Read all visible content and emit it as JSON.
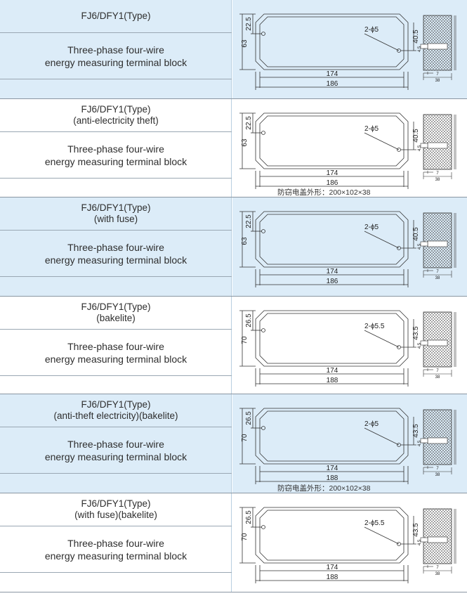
{
  "rows": [
    {
      "type_lines": [
        "FJ6/DFY1(Type)"
      ],
      "desc_lines": [
        "Three-phase four-wire",
        "energy measuring terminal block"
      ],
      "dims": {
        "h": "63",
        "top": "22.5",
        "hole": "2-ϕ5",
        "side": "40.5",
        "inner": "174",
        "outer": "186",
        "s1": "4.5",
        "s2": "7",
        "s3": "38"
      },
      "note": ""
    },
    {
      "type_lines": [
        "FJ6/DFY1(Type)",
        "(anti-electricity theft)"
      ],
      "desc_lines": [
        "Three-phase four-wire",
        "energy measuring terminal block"
      ],
      "dims": {
        "h": "63",
        "top": "22.5",
        "hole": "2-ϕ5",
        "side": "40.5",
        "inner": "174",
        "outer": "186",
        "s1": "4.5",
        "s2": "7",
        "s3": "38"
      },
      "note": "防窃电盖外形：200×102×38"
    },
    {
      "type_lines": [
        "FJ6/DFY1(Type)",
        "(with fuse)"
      ],
      "desc_lines": [
        "Three-phase four-wire",
        "energy measuring terminal block"
      ],
      "dims": {
        "h": "63",
        "top": "22.5",
        "hole": "2-ϕ5",
        "side": "40.5",
        "inner": "174",
        "outer": "186",
        "s1": "4.5",
        "s2": "7",
        "s3": "38"
      },
      "note": ""
    },
    {
      "type_lines": [
        "FJ6/DFY1(Type)",
        "(bakelite)"
      ],
      "desc_lines": [
        "Three-phase four-wire",
        "energy measuring terminal block"
      ],
      "dims": {
        "h": "70",
        "top": "26.5",
        "hole": "2-ϕ5.5",
        "side": "43.5",
        "inner": "174",
        "outer": "188",
        "s1": "4.5",
        "s2": "7",
        "s3": "38"
      },
      "note": ""
    },
    {
      "type_lines": [
        "FJ6/DFY1(Type)",
        "(anti-theft electricity)(bakelite)"
      ],
      "desc_lines": [
        "Three-phase four-wire",
        "energy measuring terminal block"
      ],
      "dims": {
        "h": "70",
        "top": "26.5",
        "hole": "2-ϕ5",
        "side": "43.5",
        "inner": "174",
        "outer": "188",
        "s1": "4.5",
        "s2": "7",
        "s3": "38"
      },
      "note": "防窃电盖外形：200×102×38"
    },
    {
      "type_lines": [
        "FJ6/DFY1(Type)",
        "(with fuse)(bakelite)"
      ],
      "desc_lines": [
        "Three-phase four-wire",
        "energy measuring terminal block"
      ],
      "dims": {
        "h": "70",
        "top": "26.5",
        "hole": "2-ϕ5.5",
        "side": "43.5",
        "inner": "174",
        "outer": "188",
        "s1": "4.5",
        "s2": "7",
        "s3": "38"
      },
      "note": ""
    }
  ]
}
